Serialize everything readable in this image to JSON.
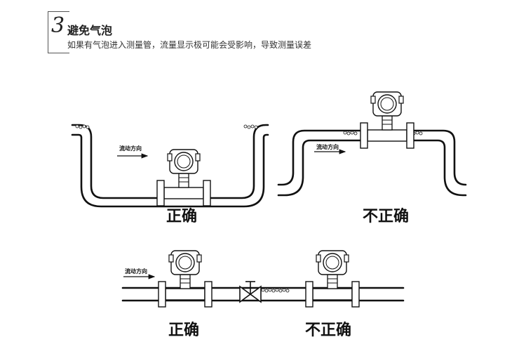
{
  "header": {
    "number": "3",
    "title": "避免气泡",
    "description": "如果有气泡进入测量管，流量显示极可能会受影响，导致测量误差"
  },
  "annotations": {
    "flow_direction": "流动方向"
  },
  "captions": {
    "top_left": "正确",
    "top_right": "不正确",
    "bottom_left": "正确",
    "bottom_right": "不正确"
  }
}
